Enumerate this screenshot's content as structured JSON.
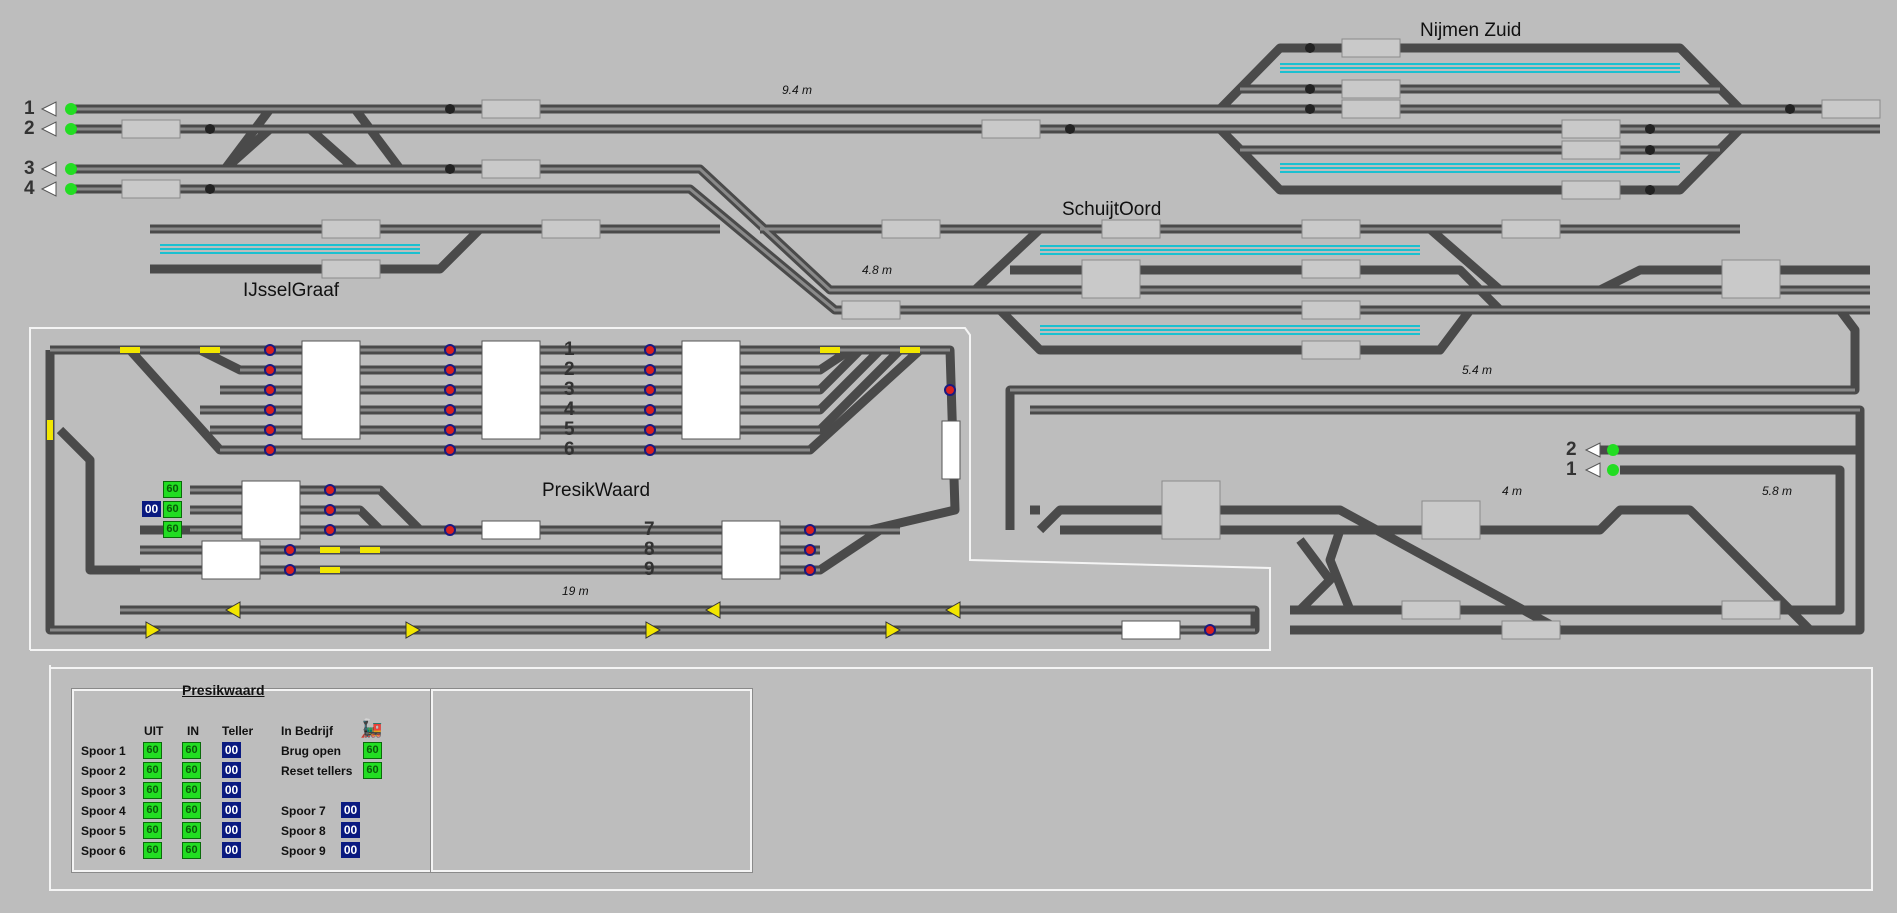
{
  "stations": {
    "nijmen_zuid": "Nijmen Zuid",
    "schuijtoord": "SchuijtOord",
    "ijsselgraaf": "IJsselGraaf",
    "presikwaard": "PresikWaard"
  },
  "distances": [
    "9.4 m",
    "4.8 m",
    "5.4 m",
    "4 m",
    "5.8 m",
    "19 m"
  ],
  "entry_tracks_left": [
    "1",
    "2",
    "3",
    "4"
  ],
  "entry_tracks_right": [
    "2",
    "1"
  ],
  "yard_tracks": [
    "1",
    "2",
    "3",
    "4",
    "5",
    "6",
    "7",
    "8",
    "9"
  ],
  "left_indicators": {
    "top": "60",
    "mid_counter": "00",
    "mid": "60",
    "bottom": "60"
  },
  "control_panel": {
    "title": "Presikwaard",
    "col_uit": "UIT",
    "col_in": "IN",
    "col_teller": "Teller",
    "in_bedrijf": "In Bedrijf",
    "brug_open": "Brug open",
    "reset_tellers": "Reset tellers",
    "spoor": [
      {
        "label": "Spoor 1",
        "uit": "60",
        "in": "60",
        "teller": "00"
      },
      {
        "label": "Spoor 2",
        "uit": "60",
        "in": "60",
        "teller": "00"
      },
      {
        "label": "Spoor 3",
        "uit": "60",
        "in": "60",
        "teller": "00"
      },
      {
        "label": "Spoor 4",
        "uit": "60",
        "in": "60",
        "teller": "00"
      },
      {
        "label": "Spoor 5",
        "uit": "60",
        "in": "60",
        "teller": "00"
      },
      {
        "label": "Spoor 6",
        "uit": "60",
        "in": "60",
        "teller": "00"
      }
    ],
    "brug_open_value": "60",
    "reset_tellers_value": "60",
    "spoor_right": [
      {
        "label": "Spoor 7",
        "teller": "00"
      },
      {
        "label": "Spoor 8",
        "teller": "00"
      },
      {
        "label": "Spoor 9",
        "teller": "00"
      }
    ]
  },
  "colors": {
    "background": "#bdbdbd",
    "track": "#5a5a5a",
    "platform": "#22c8d8",
    "signal_green": "#22dd22",
    "counter_blue": "#0a1a80",
    "marker_yellow": "#f2e600"
  }
}
